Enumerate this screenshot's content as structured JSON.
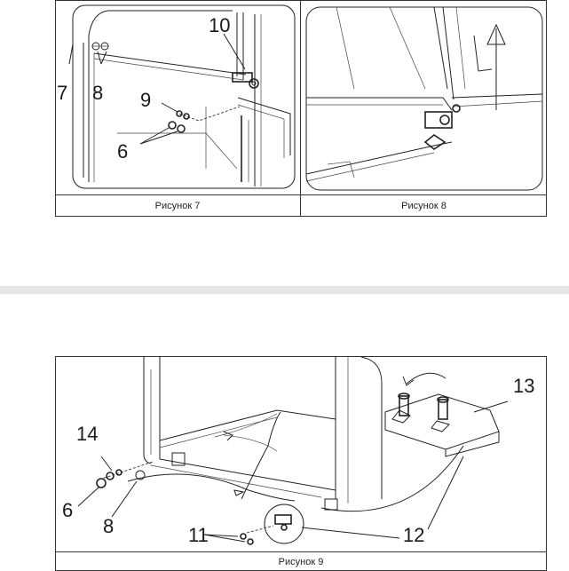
{
  "figures": {
    "fig7": {
      "caption": "Рисунок 7",
      "callouts": {
        "c10": "10",
        "c7": "7",
        "c8": "8",
        "c9": "9",
        "c6": "6"
      }
    },
    "fig8": {
      "caption": "Рисунок 8"
    },
    "fig9": {
      "caption": "Рисунок 9",
      "callouts": {
        "c13": "13",
        "c14": "14",
        "c6": "6",
        "c8": "8",
        "c11": "11",
        "c12": "12"
      }
    }
  },
  "colors": {
    "line": "#222222",
    "separator": "#e6e6e6",
    "frame": "#333333"
  }
}
